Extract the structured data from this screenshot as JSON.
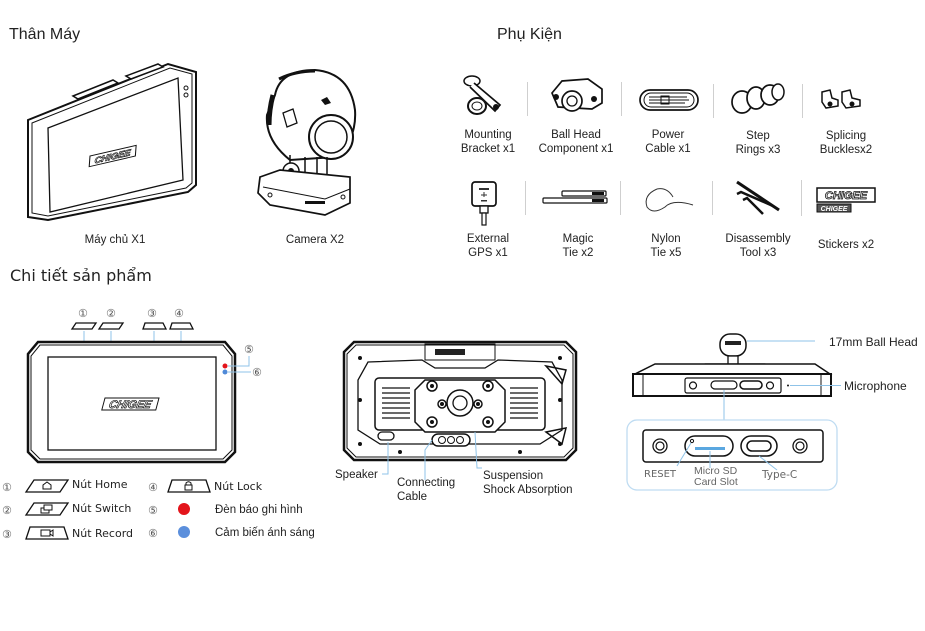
{
  "sections": {
    "body": {
      "title": "Thân Máy"
    },
    "accessories": {
      "title": "Phụ Kiện"
    },
    "details": {
      "title": "Chi tiết sản phẩm"
    }
  },
  "body_items": [
    {
      "label": "Máy chủ X1",
      "icon": "display-unit"
    },
    {
      "label": "Camera X2",
      "icon": "camera"
    }
  ],
  "accessories": [
    {
      "line1": "Mounting",
      "line2": "Bracket x1",
      "icon": "mounting-bracket"
    },
    {
      "line1": "Ball Head",
      "line2": "Component x1",
      "icon": "ball-head"
    },
    {
      "line1": "Power",
      "line2": "Cable x1",
      "icon": "power-cable"
    },
    {
      "line1": "Step",
      "line2": "Rings x3",
      "icon": "step-rings"
    },
    {
      "line1": "Splicing",
      "line2": "Bucklesx2",
      "icon": "splicing-buckles"
    },
    {
      "line1": "External",
      "line2": "GPS x1",
      "icon": "gps-module"
    },
    {
      "line1": "Magic",
      "line2": "Tie x2",
      "icon": "magic-tie"
    },
    {
      "line1": "Nylon",
      "line2": "Tie x5",
      "icon": "nylon-tie"
    },
    {
      "line1": "Disassembly",
      "line2": "Tool x3",
      "icon": "hex-tools"
    },
    {
      "line1": "Stickers x2",
      "line2": "",
      "icon": "stickers"
    }
  ],
  "brand": "CHIGEE",
  "front_callouts": [
    "①",
    "②",
    "③",
    "④",
    "⑤",
    "⑥"
  ],
  "legend": [
    {
      "num": "①",
      "label": "Nút Home",
      "icon": "home-button"
    },
    {
      "num": "②",
      "label": "Nút Switch",
      "icon": "switch-button"
    },
    {
      "num": "③",
      "label": "Nút Record",
      "icon": "record-button"
    },
    {
      "num": "④",
      "label": "Nút Lock",
      "icon": "lock-button"
    },
    {
      "num": "⑤",
      "label": "Đèn báo ghi hình",
      "icon": "record-indicator",
      "color": "#e3141b"
    },
    {
      "num": "⑥",
      "label": "Cảm biến ánh sáng",
      "icon": "light-sensor",
      "color": "#4f8ad8"
    }
  ],
  "rear_labels": {
    "speaker": "Speaker",
    "cable_1": "Connecting",
    "cable_2": "Cable",
    "shock_1": "Suspension",
    "shock_2": "Shock Absorption"
  },
  "bottom_labels": {
    "ball_head": "17mm Ball Head",
    "microphone": "Microphone",
    "reset": "RESET",
    "sd_1": "Micro SD",
    "sd_2": "Card Slot",
    "typec": "Type-C"
  },
  "colors": {
    "callout_line": "#8fc3e8",
    "record_led": "#e3141b",
    "sensor_led": "#4f8ad8",
    "sd_slot": "#5aa7e0"
  }
}
